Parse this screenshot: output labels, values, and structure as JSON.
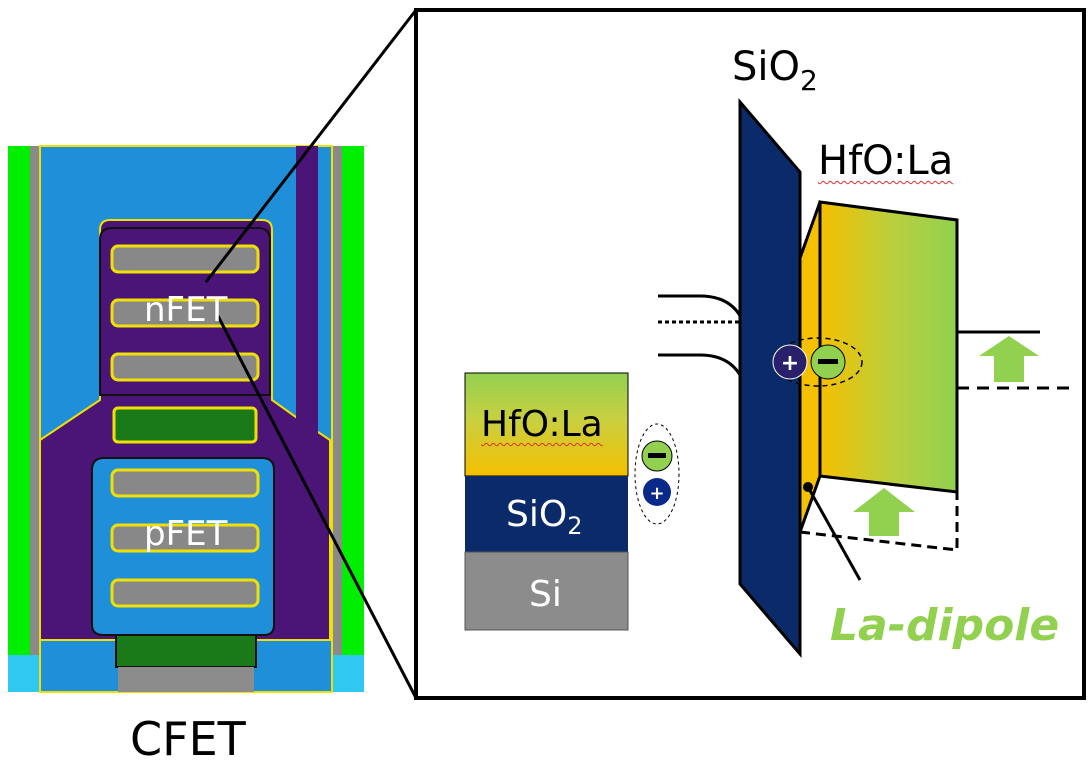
{
  "left_panel": {
    "nfet_label": "nFET",
    "pfet_label": "pFET",
    "caption": "CFET"
  },
  "zoom_panel": {
    "sio2_label_base": "SiO",
    "sio2_label_sub": "2",
    "hfo_la_label": "HfO:La",
    "la_dipole_label": "La-dipole",
    "dipole_plus": "+",
    "dipole_minus": "−"
  },
  "stack_legend": {
    "layers": [
      {
        "label": "HfO:La"
      },
      {
        "label_base": "SiO",
        "label_sub": "2"
      },
      {
        "label": "Si"
      }
    ],
    "dipole_plus": "+",
    "dipole_minus": "−"
  },
  "colors": {
    "outer_green": "#00ee00",
    "blue_fill": "#1e8fd8",
    "purple": "#4b1477",
    "channel_gray": "#888888",
    "gate_green": "#1a7a1a",
    "yellow_liner": "#f0e000",
    "sio2_navy": "#0a2a6a",
    "hfo_green": "#92d050",
    "hfo_yellow": "#f5c000",
    "si_gray": "#8c8c8c",
    "arrow_green": "#92d050",
    "la_dipole_text": "#92d050"
  }
}
